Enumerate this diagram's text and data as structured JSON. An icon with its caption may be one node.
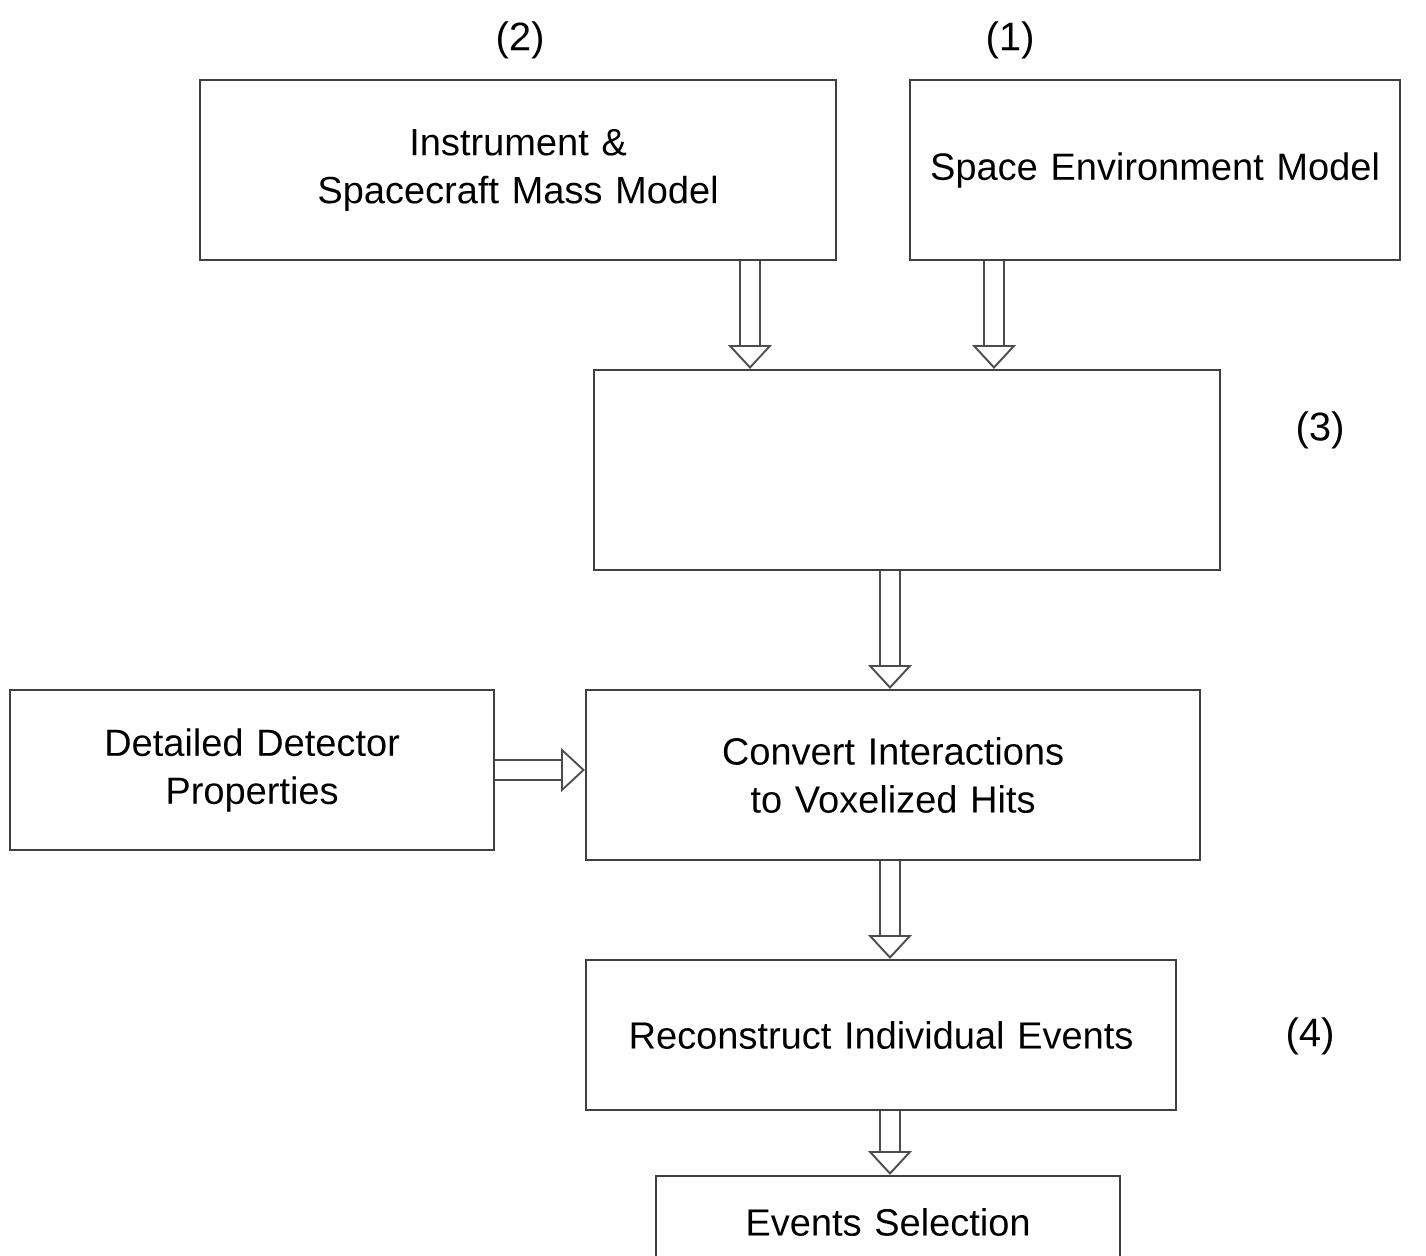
{
  "diagram": {
    "nodes": [
      {
        "text": [
          "Instrument & Spacecraft Mass Model"
        ],
        "beside": [
          "(2)"
        ]
      },
      {
        "text": [
          "Space Environment Model"
        ],
        "beside": [
          "(1)"
        ]
      },
      {
        "text": [],
        "shape": "box",
        "beside": [
          "(3)"
        ]
      },
      {
        "text": [
          "Detailed Detector Properties"
        ]
      },
      {
        "text": [
          "Convert Interactions to Voxelized Hits"
        ]
      },
      {
        "text": [
          "Reconstruct Individual Events"
        ],
        "beside": [
          "(4)"
        ]
      },
      {
        "text": [
          "Events Selection"
        ]
      }
    ],
    "edges": [
      {
        "from": 0,
        "to": 2,
        "arrow": "to"
      },
      {
        "from": 1,
        "to": 2,
        "arrow": "to"
      },
      {
        "from": 2,
        "to": 4,
        "arrow": "to"
      },
      {
        "from": 3,
        "to": 4,
        "arrow": "to"
      },
      {
        "from": 4,
        "to": 5,
        "arrow": "to"
      },
      {
        "from": 5,
        "to": 6,
        "arrow": "to"
      }
    ]
  }
}
